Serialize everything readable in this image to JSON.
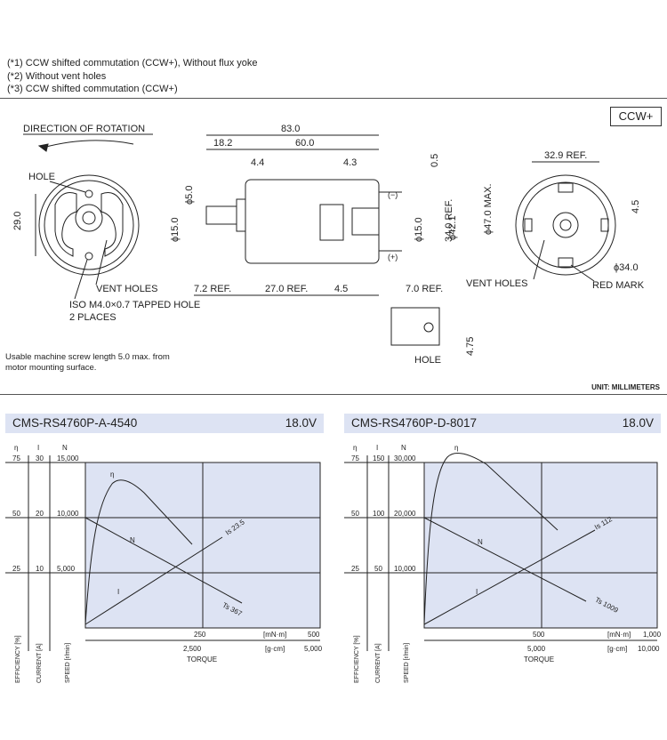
{
  "notes": [
    "(*1) CCW shifted commutation (CCW+), Without flux yoke",
    "(*2) Without vent holes",
    "(*3) CCW shifted commutation (CCW+)"
  ],
  "badge": "CCW+",
  "usable_note": [
    "Usable machine screw length 5.0 max. from",
    "motor mounting surface."
  ],
  "unit_label": "UNIT: MILLIMETERS",
  "drawing": {
    "direction_label": "DIRECTION OF ROTATION",
    "hole_label": "HOLE",
    "vent_holes_label": "VENT HOLES",
    "iso_label": "ISO M4.0×0.7 TAPPED HOLE",
    "places_label": "2 PLACES",
    "red_mark_label": "RED MARK",
    "minus": "(−)",
    "plus": "(+)",
    "dims": {
      "d83": "83.0",
      "d18": "18.2",
      "d60": "60.0",
      "d44": "4.4",
      "d43": "4.3",
      "d05": "0.5",
      "d29": "29.0",
      "phi5": "ϕ5.0",
      "phi15a": "ϕ15.0",
      "phi15b": "ϕ15.0",
      "ref34": "34.0 REF.",
      "phi42": "ϕ42.1",
      "phi47": "ϕ47.0 MAX.",
      "r72": "7.2 REF.",
      "r27": "27.0 REF.",
      "d45": "4.5",
      "r70": "7.0 REF.",
      "d475": "4.75",
      "r329": "32.9 REF.",
      "d45b": "4.5",
      "phi34": "ϕ34.0"
    }
  },
  "charts": [
    {
      "name": "CMS-RS4760P-A-4540",
      "voltage": "18.0V",
      "axis_symbols": [
        "η",
        "I",
        "N"
      ],
      "eff_ticks": [
        "75",
        "50",
        "25"
      ],
      "cur_ticks": [
        "30",
        "20",
        "10"
      ],
      "spd_ticks": [
        "15,000",
        "10,000",
        "5,000"
      ],
      "torque_mnm": [
        "250",
        "500"
      ],
      "torque_gcm": [
        "2,500",
        "5,000"
      ],
      "unit_mnm": "[mN·m]",
      "unit_gcm": "[g·cm]",
      "torque_label": "TORQUE",
      "axis_titles": [
        "EFFICIENCY [%]",
        "CURRENT [A]",
        "SPEED [r/min]"
      ],
      "curve_labels": [
        "η",
        "N",
        "I"
      ],
      "is_label": "Is 23.5",
      "ts_label": "Ts 367"
    },
    {
      "name": "CMS-RS4760P-D-8017",
      "voltage": "18.0V",
      "axis_symbols": [
        "η",
        "I",
        "N"
      ],
      "eff_ticks": [
        "75",
        "50",
        "25"
      ],
      "cur_ticks": [
        "150",
        "100",
        "50"
      ],
      "spd_ticks": [
        "30,000",
        "20,000",
        "10,000"
      ],
      "torque_mnm": [
        "500",
        "1,000"
      ],
      "torque_gcm": [
        "5,000",
        "10,000"
      ],
      "unit_mnm": "[mN·m]",
      "unit_gcm": "[g·cm]",
      "torque_label": "TORQUE",
      "axis_titles": [
        "EFFICIENCY [%]",
        "CURRENT [A]",
        "SPEED [r/min]"
      ],
      "curve_labels": [
        "η",
        "N",
        "I"
      ],
      "is_label": "Is 112",
      "ts_label": "Ts 1009"
    }
  ]
}
